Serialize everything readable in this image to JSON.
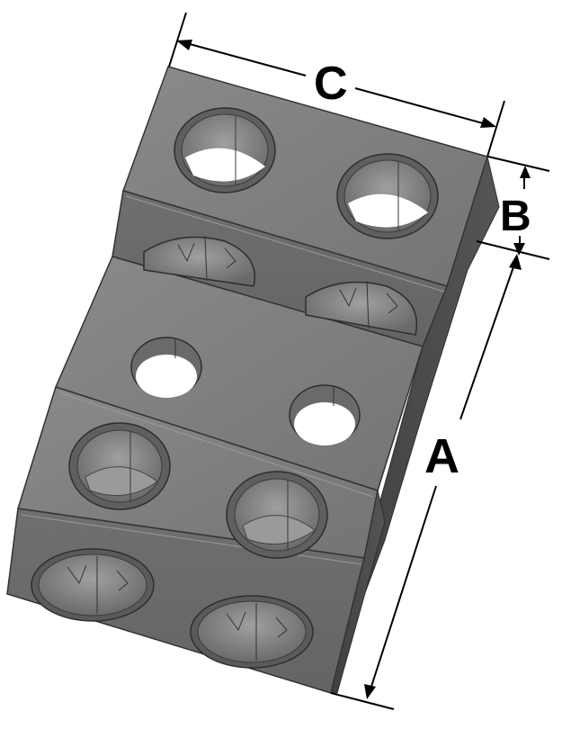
{
  "dimensions": {
    "c_label": "C",
    "b_label": "B",
    "a_label": "A"
  },
  "colors": {
    "top_face": "#7d7d7d",
    "front_face": "#6e6e6e",
    "side_face": "#4f4f4f",
    "edge": "#3a3a3a",
    "hole_inner": "#8c8c8c",
    "hole_opening": "#ffffff",
    "arrow": "#000000"
  },
  "part": {
    "description_icon": "lug-block-icon",
    "upper_top_holes": 2,
    "middle_holes": 2,
    "lower_top_holes": 2,
    "front_holes_per_step": 2
  }
}
